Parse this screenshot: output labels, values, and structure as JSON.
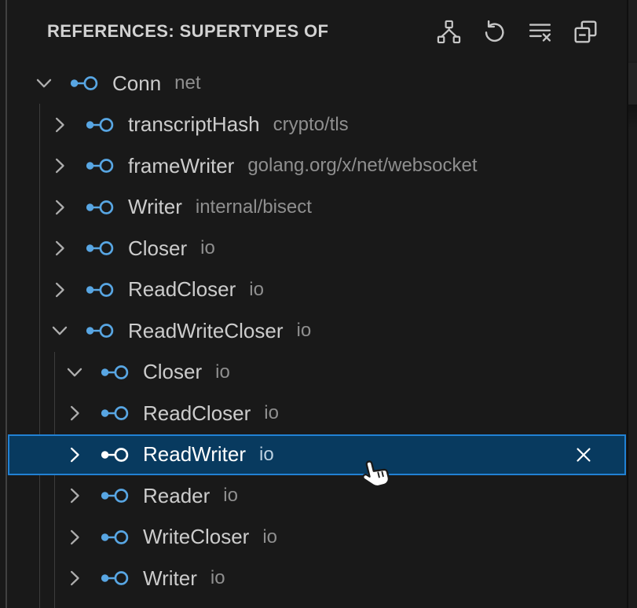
{
  "header": {
    "title": "REFERENCES: SUPERTYPES OF",
    "actions": [
      {
        "name": "type-hierarchy",
        "label": "Show Type Hierarchy"
      },
      {
        "name": "refresh",
        "label": "Refresh"
      },
      {
        "name": "clear",
        "label": "Clear All Results"
      },
      {
        "name": "collapse-all",
        "label": "Collapse All"
      }
    ]
  },
  "tree": {
    "rows": [
      {
        "label": "Conn",
        "detail": "net",
        "level": 0,
        "state": "expanded",
        "selected": false
      },
      {
        "label": "transcriptHash",
        "detail": "crypto/tls",
        "level": 1,
        "state": "collapsed",
        "selected": false
      },
      {
        "label": "frameWriter",
        "detail": "golang.org/x/net/websocket",
        "level": 1,
        "state": "collapsed",
        "selected": false
      },
      {
        "label": "Writer",
        "detail": "internal/bisect",
        "level": 1,
        "state": "collapsed",
        "selected": false
      },
      {
        "label": "Closer",
        "detail": "io",
        "level": 1,
        "state": "collapsed",
        "selected": false
      },
      {
        "label": "ReadCloser",
        "detail": "io",
        "level": 1,
        "state": "collapsed",
        "selected": false
      },
      {
        "label": "ReadWriteCloser",
        "detail": "io",
        "level": 1,
        "state": "expanded",
        "selected": false
      },
      {
        "label": "Closer",
        "detail": "io",
        "level": 2,
        "state": "expanded",
        "selected": false
      },
      {
        "label": "ReadCloser",
        "detail": "io",
        "level": 2,
        "state": "collapsed",
        "selected": false
      },
      {
        "label": "ReadWriter",
        "detail": "io",
        "level": 2,
        "state": "collapsed",
        "selected": true
      },
      {
        "label": "Reader",
        "detail": "io",
        "level": 2,
        "state": "collapsed",
        "selected": false
      },
      {
        "label": "WriteCloser",
        "detail": "io",
        "level": 2,
        "state": "collapsed",
        "selected": false
      },
      {
        "label": "Writer",
        "detail": "io",
        "level": 2,
        "state": "collapsed",
        "selected": false
      }
    ]
  },
  "colors": {
    "background": "#191919",
    "interface_icon_blue": "#58a6e3",
    "selection_background": "#083a5f",
    "selection_border": "#2181d4",
    "row_label": "#cccccc",
    "row_detail": "#8f8f8f"
  },
  "cursor": {
    "type": "pointing-hand"
  }
}
